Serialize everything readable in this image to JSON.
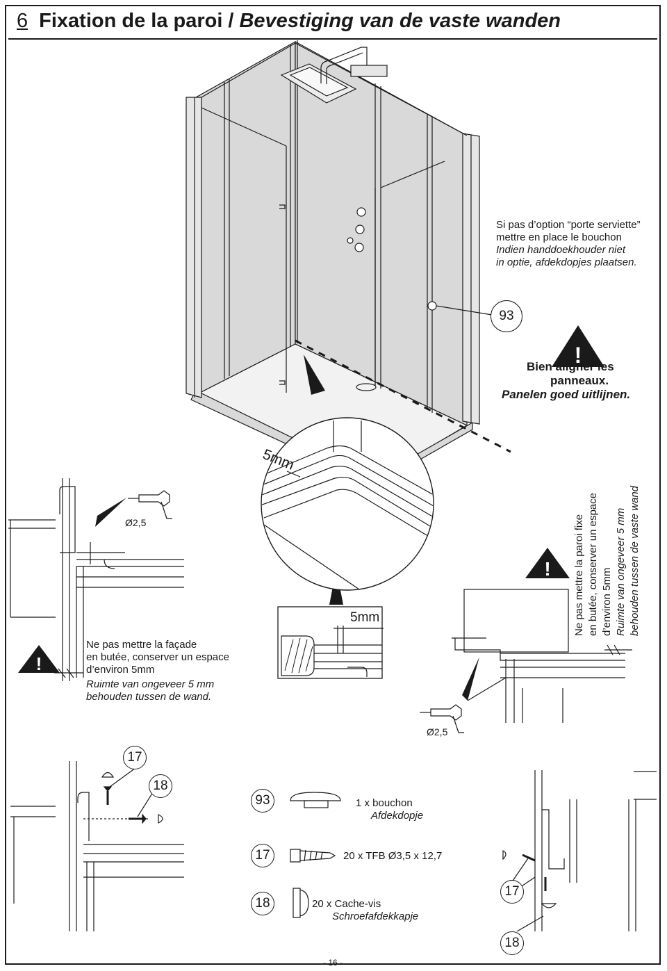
{
  "header": {
    "step_number": "6",
    "title_fr": "Fixation de la paroi",
    "separator": "/",
    "title_nl": "Bevestiging van de vaste wanden"
  },
  "towel_note": {
    "fr_line1": "Si pas d’option “porte serviette”",
    "fr_line2": "mettre en place le bouchon",
    "nl_line1": "Indien handdoekhouder niet",
    "nl_line2": "in optie, afdekdopjes plaatsen."
  },
  "align_note": {
    "fr_line1": "Bien aligner les",
    "fr_line2": "panneaux.",
    "nl_line1": "Panelen goed uitlijnen."
  },
  "callouts": {
    "cap_ref": "93",
    "gap_circle_label": "5mm",
    "gap_detail_label": "5mm",
    "drill_left": "Ø2,5",
    "drill_right": "Ø2,5",
    "screw_ref_left": "17",
    "cover_ref_left": "18",
    "screw_ref_right": "17",
    "cover_ref_right": "18"
  },
  "facade_note": {
    "fr_line1": "Ne pas mettre la façade",
    "fr_line2": "en butée, conserver un espace",
    "fr_line3": "d’environ 5mm",
    "nl_line1": "Ruimte van ongeveer 5 mm",
    "nl_line2": "behouden tussen de wand."
  },
  "fixed_wall_note": {
    "fr_line1": "Ne pas mettre la paroi fixe",
    "fr_line2": "en butée, conserver un espace",
    "fr_line3": "d’environ 5mm",
    "nl_line1": "Ruimte van ongeveer 5 mm",
    "nl_line2": "behouden tussen de vaste wand"
  },
  "parts": [
    {
      "ref": "93",
      "fr": "1 x bouchon",
      "nl": "Afdekdopje"
    },
    {
      "ref": "17",
      "fr": "20 x TFB Ø3,5 x 12,7",
      "nl": ""
    },
    {
      "ref": "18",
      "fr": "20 x Cache-vis",
      "nl": "Schroefafdekkapje"
    }
  ],
  "footer": {
    "page_number": "- 16 -"
  },
  "colors": {
    "ink": "#1a1a1a",
    "panel_fill": "#d9d9d9",
    "floor_fill": "#f2f2f2",
    "warning": "#1a1a1a"
  },
  "icons": [
    "warning-icon",
    "drill-icon",
    "screw-icon",
    "screw-cover-icon",
    "plug-cap-icon"
  ]
}
